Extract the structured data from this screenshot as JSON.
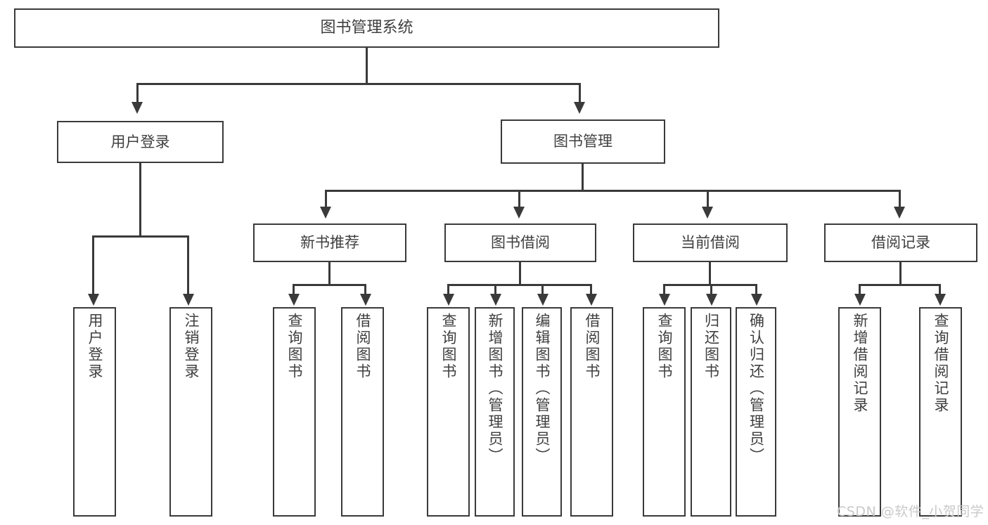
{
  "diagram": {
    "title": "图书管理系统",
    "type": "hierarchy-tree",
    "root": {
      "label": "图书管理系统"
    },
    "level1": [
      {
        "label": "用户登录"
      },
      {
        "label": "图书管理"
      }
    ],
    "level2": [
      {
        "label": "新书推荐"
      },
      {
        "label": "图书借阅"
      },
      {
        "label": "当前借阅"
      },
      {
        "label": "借阅记录"
      }
    ],
    "leaves": {
      "user_login": [
        {
          "label": "用户登录"
        },
        {
          "label": "注销登录"
        }
      ],
      "new_book_recommend": [
        {
          "label": "查询图书"
        },
        {
          "label": "借阅图书"
        }
      ],
      "book_borrow": [
        {
          "label": "查询图书"
        },
        {
          "label": "新增图书（管理员）"
        },
        {
          "label": "编辑图书（管理员）"
        },
        {
          "label": "借阅图书"
        }
      ],
      "current_borrow": [
        {
          "label": "查询图书"
        },
        {
          "label": "归还图书"
        },
        {
          "label": "确认归还（管理员）"
        }
      ],
      "borrow_record": [
        {
          "label": "新增借阅记录"
        },
        {
          "label": "查询借阅记录"
        }
      ]
    }
  },
  "watermark": {
    "text": "CSDN @软件_小贺同学"
  },
  "colors": {
    "stroke": "#3a3a3a",
    "text": "#3f3f3f",
    "background": "#ffffff",
    "watermark": "#c9c9c9"
  }
}
